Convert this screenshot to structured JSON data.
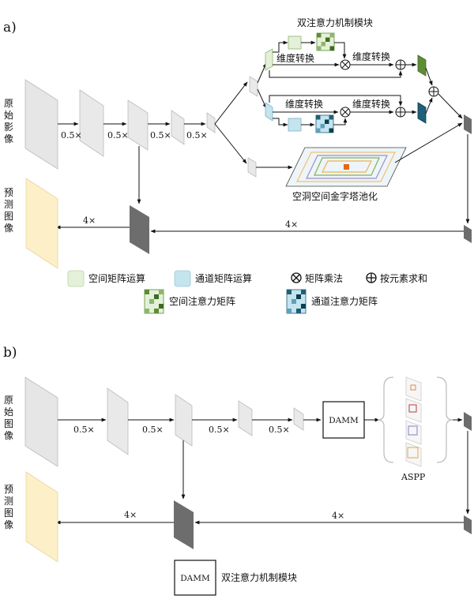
{
  "panel_a": {
    "label": "a)",
    "input_label": [
      "原",
      "始",
      "影",
      "像"
    ],
    "pred_label": [
      "预",
      "测",
      "图",
      "像"
    ],
    "scale": "0.5×",
    "up_scale": "4×",
    "damm_title": "双注意力机制模块",
    "dim_convert": "维度转换",
    "aspp_title": "空洞空间金字塔池化",
    "legend": {
      "spatial_op": "空间矩阵运算",
      "channel_op": "通道矩阵运算",
      "matmul": "矩阵乘法",
      "elem_sum": "按元素求和",
      "spatial_att": "空间注意力矩阵",
      "channel_att": "通道注意力矩阵"
    }
  },
  "panel_b": {
    "label": "b)",
    "input_label": [
      "原",
      "始",
      "图",
      "像"
    ],
    "pred_label": [
      "预",
      "测",
      "图",
      "像"
    ],
    "scale": "0.5×",
    "up_scale": "4×",
    "damm_box": "DAMM",
    "aspp_label": "ASPP",
    "legend_box": "DAMM",
    "legend_text": "双注意力机制模块"
  },
  "colors": {
    "input_gray": "#e6e6e6",
    "pred_yellow": "#fdf0c8",
    "dark_gray": "#6d6d6d",
    "light_green": "#e4f1d8",
    "light_blue": "#c4e4ee",
    "green_att": "#5f8d36",
    "blue_att": "#1f5f78"
  }
}
